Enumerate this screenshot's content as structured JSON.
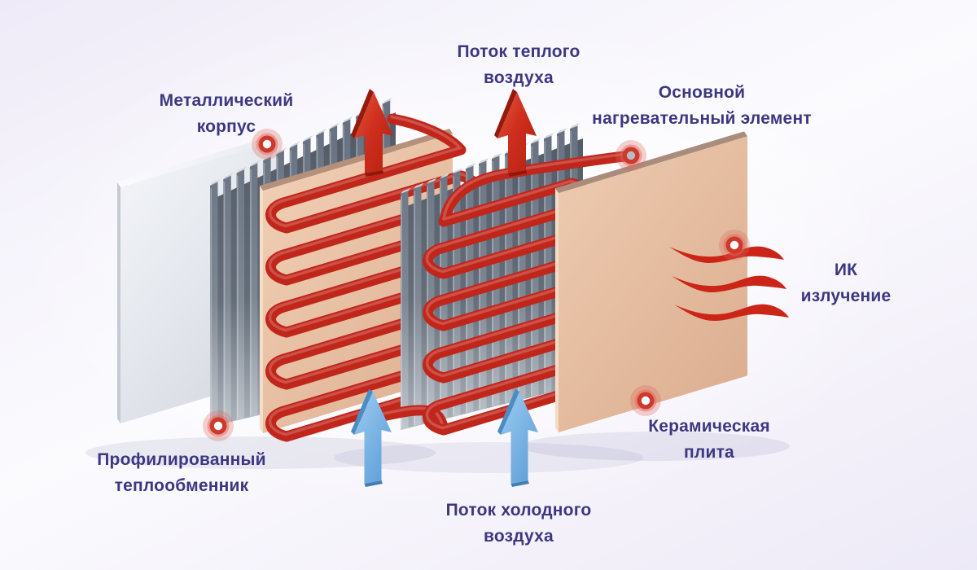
{
  "labels": {
    "warm_air": {
      "line1": "Поток теплого",
      "line2": "воздуха"
    },
    "metal_housing": {
      "line1": "Металлический",
      "line2": "корпус"
    },
    "main_heater": {
      "line1": "Основной",
      "line2": "нагревательный элемент"
    },
    "ir": {
      "line1": "ИК",
      "line2": "излучение"
    },
    "ceramic": {
      "line1": "Керамическая",
      "line2": "плита"
    },
    "exchanger": {
      "line1": "Профилированный",
      "line2": "теплообменник"
    },
    "cold_air": {
      "line1": "Поток холодного",
      "line2": "воздуха"
    }
  },
  "colors": {
    "text": "#3d3781",
    "tube_red": "#c1261b",
    "arrow_red": "#cf2e1d",
    "arrow_red_dark": "#951a0e",
    "arrow_blue": "#7cbbea",
    "arrow_blue_dark": "#4c8cc4",
    "marker_ring": "#cf382b",
    "marker_glow": "#df675c",
    "beige_light": "#f2d2b8",
    "beige_dark": "#deb092",
    "ceramic_light": "#eeccb2",
    "ceramic_dark": "#dcae90",
    "metal_light": "#f3f5f9",
    "metal_dark": "#d6d9e1",
    "fin_light": "#c9ced5",
    "fin_mid": "#7e8893",
    "fin_dark": "#667080",
    "wave_red": "#cc2518"
  },
  "markers": [
    {
      "name": "callout-metal-housing"
    },
    {
      "name": "callout-main-heater"
    },
    {
      "name": "callout-ir-radiation"
    },
    {
      "name": "callout-ceramic-plate"
    },
    {
      "name": "callout-heat-exchanger"
    }
  ]
}
